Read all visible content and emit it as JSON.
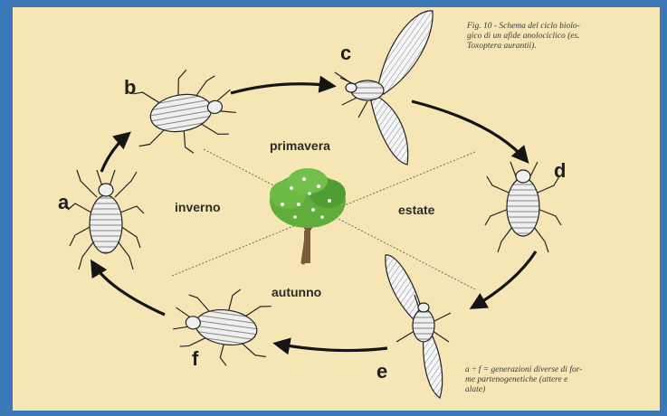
{
  "caption_top": {
    "line1": "Fig. 10 - Schema del ciclo biolo-",
    "line2": "gico di un afide anolociclico (es.",
    "line3": "Toxoptera aurantii)."
  },
  "caption_bottom": {
    "line1": "a ÷ f = generazioni diverse di for-",
    "line2": "me partenogenetiche (attere e",
    "line3": "alate)"
  },
  "stages": {
    "a": "a",
    "b": "b",
    "c": "c",
    "d": "d",
    "e": "e",
    "f": "f"
  },
  "seasons": {
    "spring": "primavera",
    "winter": "inverno",
    "summer": "estate",
    "autumn": "autunno"
  },
  "colors": {
    "background": "#f7e6b5",
    "frame": "#3a78b8",
    "arrow": "#151515",
    "insect_fill": "#ececec",
    "tree_foliage": "#5fae3c",
    "tree_trunk": "#7a5a3a"
  }
}
